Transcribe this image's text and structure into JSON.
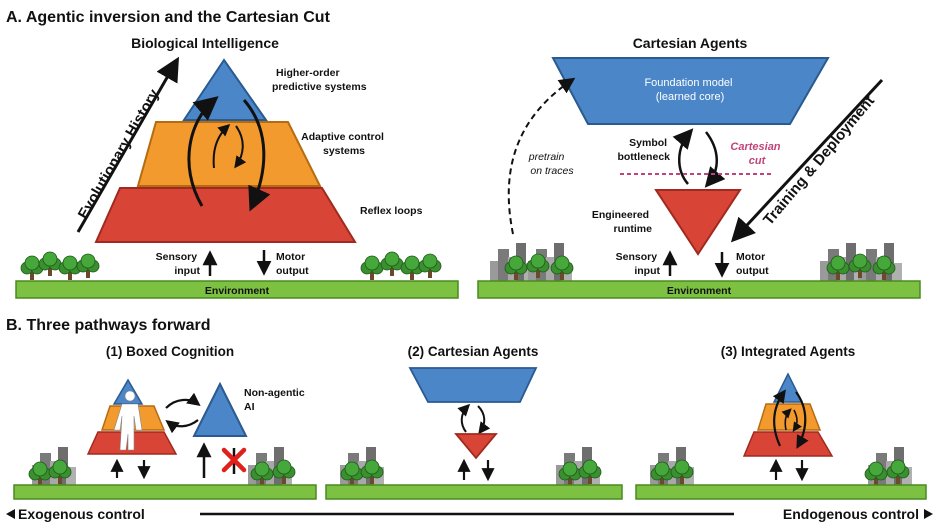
{
  "panel_a": {
    "heading": "A. Agentic inversion and the Cartesian Cut",
    "bio": {
      "title": "Biological Intelligence",
      "tiers": {
        "top": "Higher-order",
        "top2": "predictive systems",
        "middle": "Adaptive control",
        "middle2": "systems",
        "bottom": "Reflex loops"
      },
      "evolution_label": "Evolutionary History",
      "sensory": "Sensory",
      "sensory2": "input",
      "motor": "Motor",
      "motor2": "output",
      "environment": "Environment"
    },
    "cartesian": {
      "title": "Cartesian Agents",
      "foundation": "Foundation model",
      "foundation2": "(learned core)",
      "symbol": "Symbol",
      "symbol2": "bottleneck",
      "cut": "Cartesian",
      "cut2": "cut",
      "pretrain": "pretrain",
      "pretrain2": "on traces",
      "runtime": "Engineered",
      "runtime2": "runtime",
      "training_label": "Training & Deployment",
      "sensory": "Sensory",
      "sensory2": "input",
      "motor": "Motor",
      "motor2": "output",
      "environment": "Environment"
    }
  },
  "panel_b": {
    "heading": "B. Three pathways forward",
    "path1": {
      "title": "(1) Boxed Cognition",
      "nonagentic": "Non-agentic",
      "nonagentic2": "AI"
    },
    "path2": {
      "title": "(2) Cartesian Agents"
    },
    "path3": {
      "title": "(3) Integrated Agents"
    },
    "exogenous": "Exogenous control",
    "endogenous": "Endogenous control"
  },
  "colors": {
    "blue": "#4a86c8",
    "orange": "#f29a2e",
    "red": "#d84435",
    "ground": "#7dc142",
    "cut": "#c0447a",
    "city": "#8a8a8a"
  }
}
